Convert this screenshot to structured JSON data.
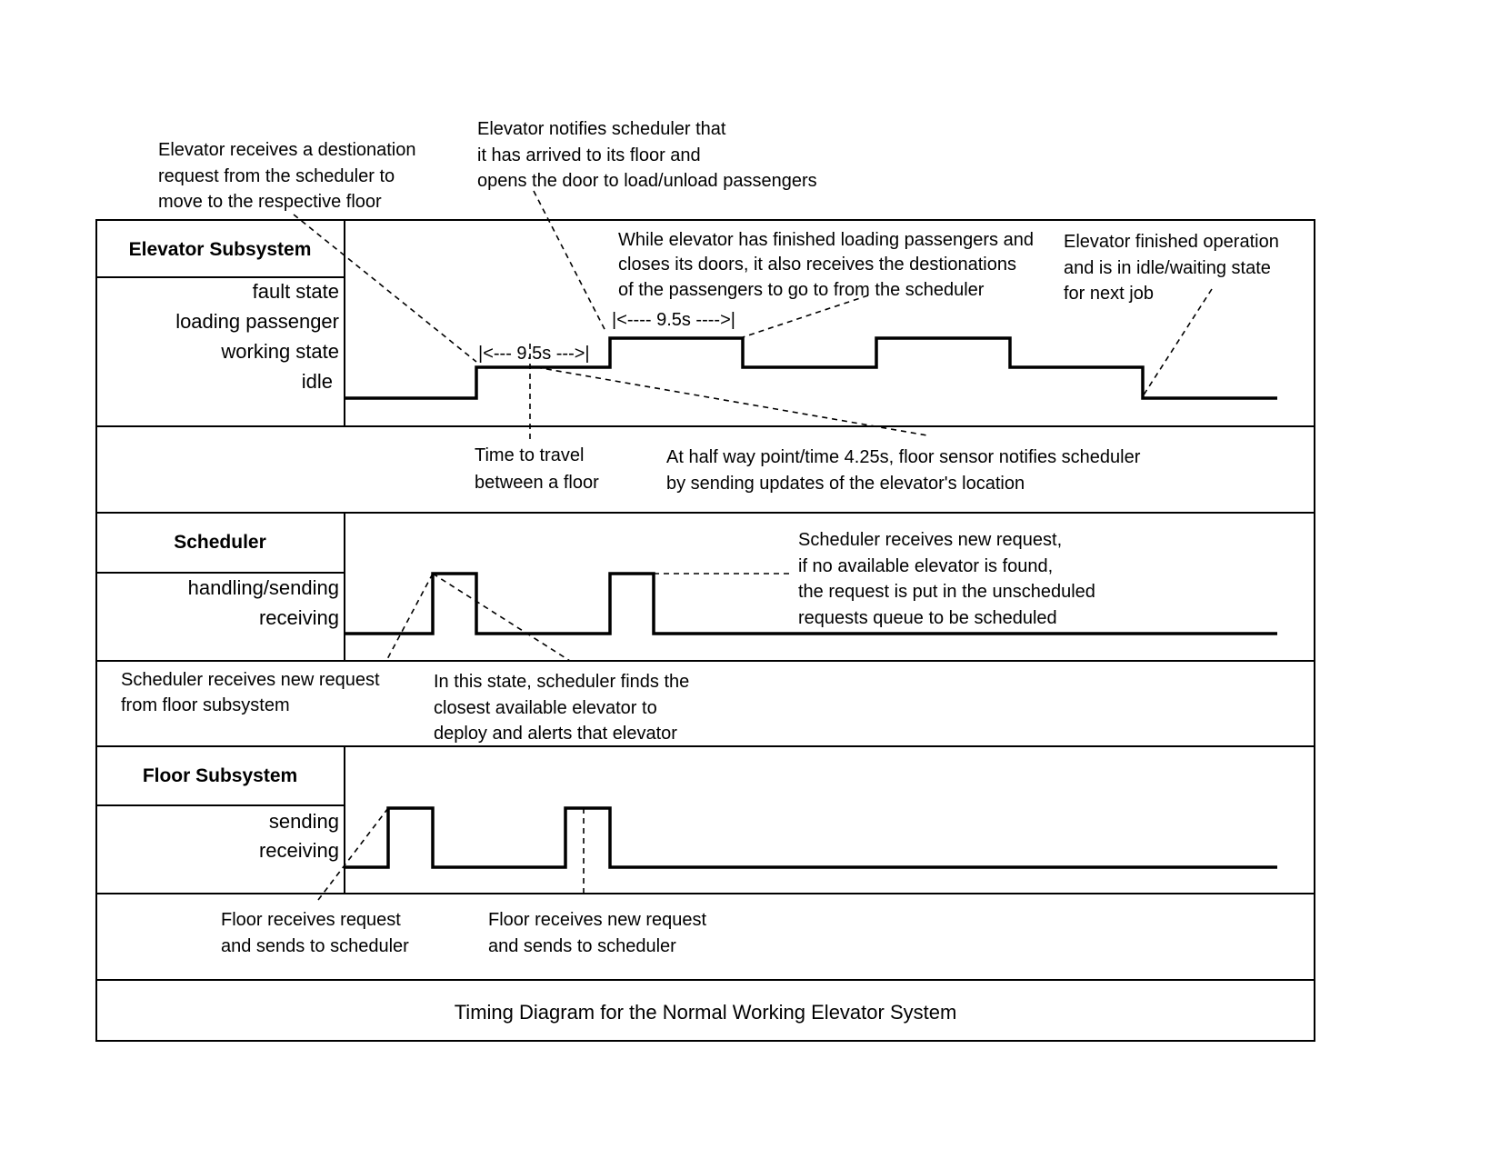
{
  "caption": "Timing Diagram for the Normal Working Elevator System",
  "elevator": {
    "header": "Elevator Subsystem",
    "states": [
      "fault state",
      "loading passenger",
      "working state",
      "idle"
    ],
    "interval_label_1": "|<---  9.5s --->|",
    "interval_label_2": "|<----  9.5s ---->|",
    "notes": {
      "destination_request": [
        "Elevator receives  a destionation",
        " request from the scheduler to",
        "move to the respective floor"
      ],
      "arrived": [
        "Elevator notifies scheduler that",
        "it has arrived to its floor and",
        "opens the door to load/unload passengers"
      ],
      "loading_finished": [
        "While elevator has finished loading passengers and",
        "closes its doors, it also receives the destionations",
        "of the passengers to go to from the scheduler"
      ],
      "finished": [
        "Elevator finished operation",
        "and is in idle/waiting state",
        "for next job"
      ],
      "travel_time": [
        "Time to travel",
        "between a floor"
      ],
      "half_way": [
        "At half way point/time 4.25s, floor sensor notifies scheduler",
        "by sending updates of the elevator's location"
      ]
    }
  },
  "scheduler": {
    "header": "Scheduler",
    "states": [
      "handling/sending",
      "receiving"
    ],
    "notes": {
      "new_request_unscheduled": [
        "Scheduler receives new request,",
        "if no available elevator is found,",
        "the request is put in the unscheduled",
        "requests queue to be scheduled"
      ],
      "from_floor": [
        "Scheduler receives new request",
        " from floor subsystem"
      ],
      "finds_elevator": [
        "In this state, scheduler finds the",
        "closest available elevator to",
        "deploy and alerts that elevator"
      ]
    }
  },
  "floor": {
    "header": "Floor Subsystem",
    "states": [
      "sending",
      "receiving"
    ],
    "notes": {
      "first_request": [
        "Floor receives request",
        "and sends to scheduler"
      ],
      "new_request": [
        "Floor receives new request",
        "and sends to scheduler"
      ]
    }
  }
}
